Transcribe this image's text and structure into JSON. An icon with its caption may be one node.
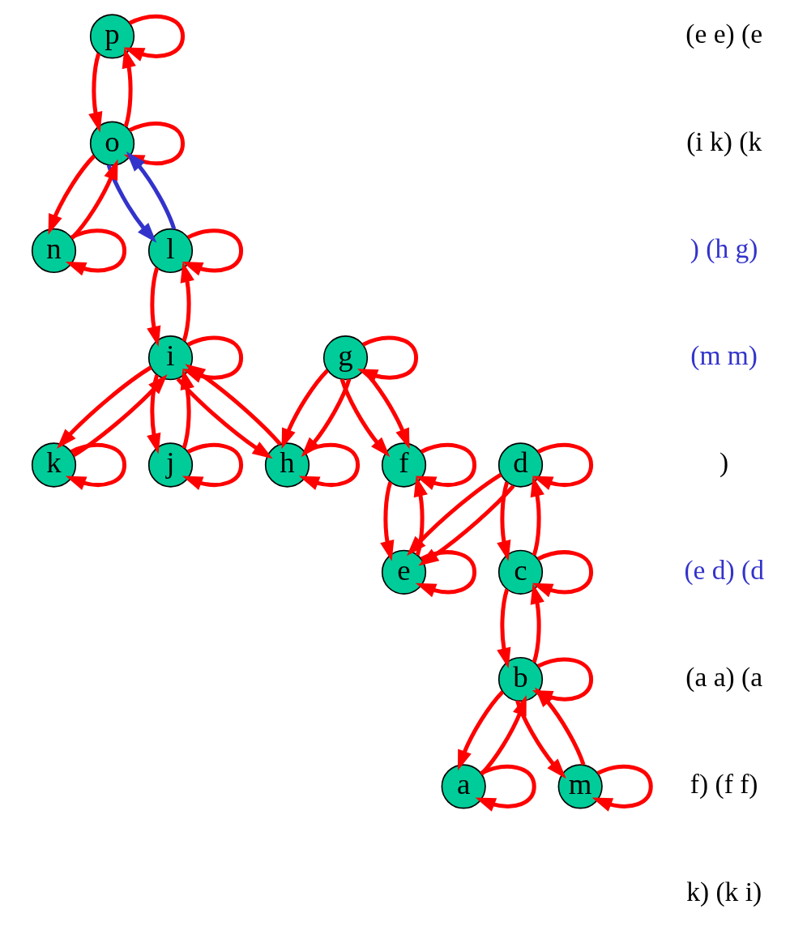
{
  "diagram": {
    "nodes": [
      {
        "text": [
          "p"
        ]
      },
      {
        "text": [
          "o"
        ]
      },
      {
        "text": [
          "n"
        ]
      },
      {
        "text": [
          "a"
        ]
      },
      {
        "text": [
          "b"
        ]
      },
      {
        "text": [
          "m"
        ]
      },
      {
        "text": [
          "c"
        ]
      },
      {
        "text": [
          "k"
        ]
      },
      {
        "text": [
          "l"
        ]
      },
      {
        "text": [
          "d"
        ]
      },
      {
        "text": [
          "i"
        ]
      },
      {
        "text": [
          "e"
        ]
      },
      {
        "text": [
          "j"
        ]
      },
      {
        "text": [
          "f"
        ]
      },
      {
        "text": [
          "h"
        ]
      },
      {
        "text": [
          "g"
        ]
      }
    ],
    "edges": [
      {
        "from": 1,
        "to": 0,
        "arrow": "to"
      },
      {
        "from": 0,
        "to": 0,
        "arrow": "to"
      },
      {
        "from": 0,
        "to": 1,
        "arrow": "to"
      },
      {
        "from": 1,
        "to": 1,
        "arrow": "to"
      },
      {
        "from": 1,
        "to": 2,
        "arrow": "to"
      },
      {
        "from": 2,
        "to": 2,
        "arrow": "to"
      },
      {
        "from": 2,
        "to": 1,
        "arrow": "to"
      },
      {
        "from": 1,
        "to": 8,
        "arrow": "to",
        "color": "#3333cc"
      },
      {
        "from": 8,
        "to": 1,
        "arrow": "to",
        "color": "#3333cc"
      },
      {
        "from": 3,
        "to": 3,
        "arrow": "to"
      },
      {
        "from": 3,
        "to": 4,
        "arrow": "to"
      },
      {
        "from": 4,
        "to": 3,
        "arrow": "to"
      },
      {
        "from": 4,
        "to": 4,
        "arrow": "to"
      },
      {
        "from": 4,
        "to": 5,
        "arrow": "to"
      },
      {
        "from": 5,
        "to": 4,
        "arrow": "to"
      },
      {
        "from": 5,
        "to": 5,
        "arrow": "to"
      },
      {
        "from": 4,
        "to": 6,
        "arrow": "to"
      },
      {
        "from": 6,
        "to": 4,
        "arrow": "to"
      },
      {
        "from": 6,
        "to": 6,
        "arrow": "to"
      },
      {
        "from": 6,
        "to": 9,
        "arrow": "to"
      },
      {
        "from": 9,
        "to": 6,
        "arrow": "to"
      },
      {
        "from": 9,
        "to": 9,
        "arrow": "to"
      },
      {
        "from": 9,
        "to": 11,
        "arrow": "to"
      },
      {
        "from": 9,
        "to": 11,
        "arrow": "to"
      },
      {
        "from": 11,
        "to": 11,
        "arrow": "to"
      },
      {
        "from": 11,
        "to": 13,
        "arrow": "to"
      },
      {
        "from": 13,
        "to": 11,
        "arrow": "to"
      },
      {
        "from": 13,
        "to": 13,
        "arrow": "to"
      },
      {
        "from": 15,
        "to": 13,
        "arrow": "to"
      },
      {
        "from": 15,
        "to": 13,
        "arrow": "to"
      },
      {
        "from": 15,
        "to": 15,
        "arrow": "to"
      },
      {
        "from": 15,
        "to": 14,
        "arrow": "to"
      },
      {
        "from": 15,
        "to": 14,
        "arrow": "to"
      },
      {
        "from": 14,
        "to": 14,
        "arrow": "to"
      },
      {
        "from": 10,
        "to": 14,
        "arrow": "to"
      },
      {
        "from": 14,
        "to": 10,
        "arrow": "to"
      },
      {
        "from": 10,
        "to": 10,
        "arrow": "to"
      },
      {
        "from": 10,
        "to": 12,
        "arrow": "to"
      },
      {
        "from": 12,
        "to": 10,
        "arrow": "to"
      },
      {
        "from": 12,
        "to": 12,
        "arrow": "to"
      },
      {
        "from": 8,
        "to": 8,
        "arrow": "to"
      },
      {
        "from": 8,
        "to": 10,
        "arrow": "to"
      },
      {
        "from": 10,
        "to": 8,
        "arrow": "to"
      },
      {
        "from": 7,
        "to": 7,
        "arrow": "to"
      },
      {
        "from": 7,
        "to": 10,
        "arrow": "to"
      },
      {
        "from": 10,
        "to": 7,
        "arrow": "to"
      }
    ],
    "labels": [
      "(e e) (e",
      "(i k) (k",
      ") (h g)",
      "(m m)",
      ")",
      "(e d) (d",
      "(a a) (a",
      "f) (f f)",
      "k) (k i)"
    ]
  }
}
